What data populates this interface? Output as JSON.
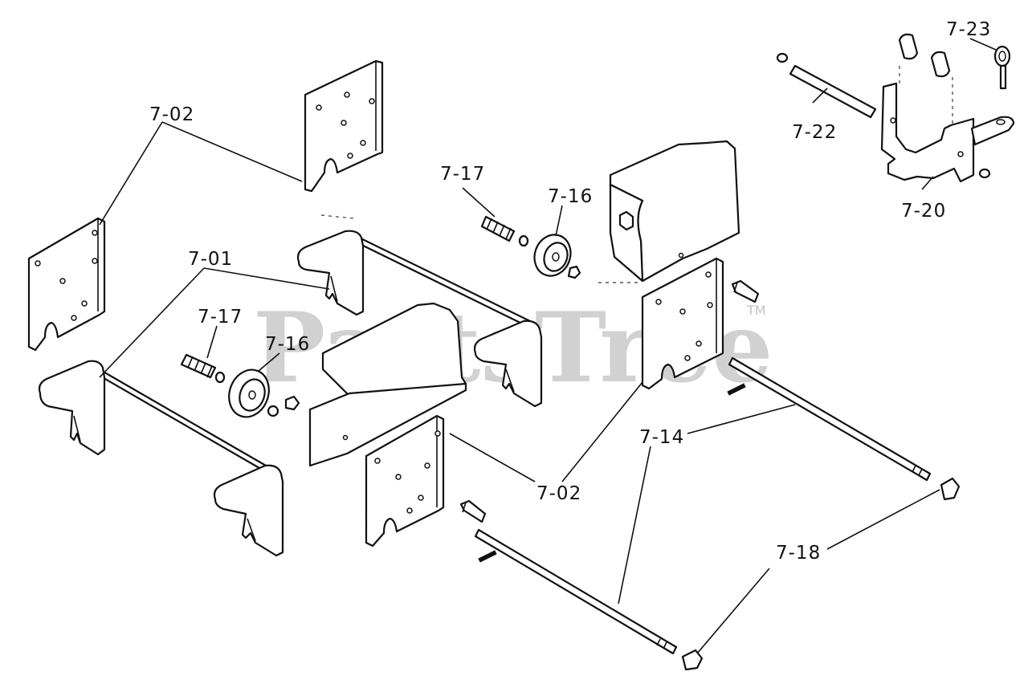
{
  "watermark": {
    "text": "PartsTree",
    "mark": "TM"
  },
  "callouts": [
    {
      "key": "c1",
      "text": "7-02"
    },
    {
      "key": "c2",
      "text": "7-01"
    },
    {
      "key": "c3",
      "text": "7-17"
    },
    {
      "key": "c4",
      "text": "7-16"
    },
    {
      "key": "c5",
      "text": "7-17"
    },
    {
      "key": "c6",
      "text": "7-16"
    },
    {
      "key": "c7",
      "text": "7-02"
    },
    {
      "key": "c8",
      "text": "7-14"
    },
    {
      "key": "c9",
      "text": "7-18"
    },
    {
      "key": "c10",
      "text": "7-22"
    },
    {
      "key": "c11",
      "text": "7-23"
    },
    {
      "key": "c12",
      "text": "7-20"
    }
  ]
}
